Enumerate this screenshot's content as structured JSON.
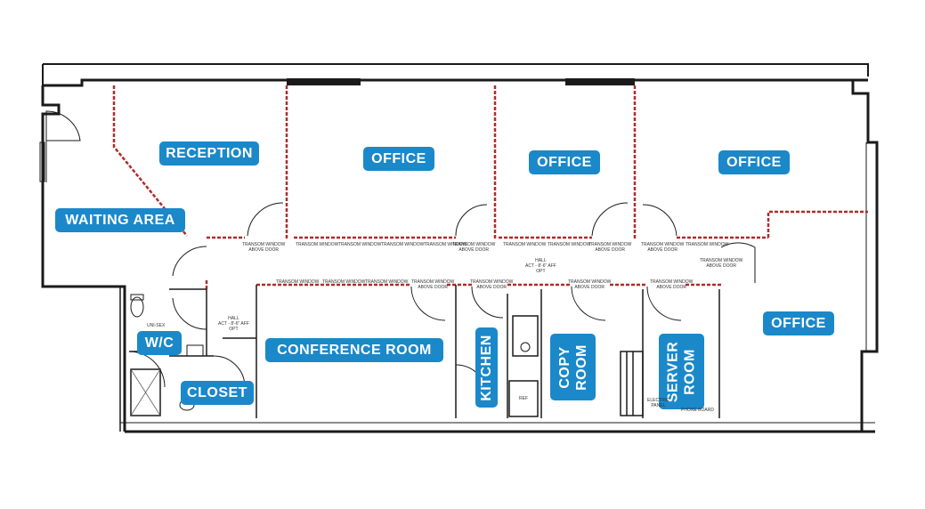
{
  "colors": {
    "label_bg": "#1b88c9",
    "label_text": "#ffffff",
    "wall": "#1a1a1a",
    "glass": "#b12b2b"
  },
  "rooms": {
    "reception": "RECEPTION",
    "waiting_area": "WAITING AREA",
    "office_1": "OFFICE",
    "office_2": "OFFICE",
    "office_3": "OFFICE",
    "office_4": "OFFICE",
    "conference_room": "CONFERENCE ROOM",
    "wc": "W/C",
    "closet": "CLOSET",
    "kitchen": "KITCHEN",
    "copy_room": [
      "COPY",
      "ROOM"
    ],
    "server_room": [
      "SERVER",
      "ROOM"
    ]
  },
  "annotations": {
    "transom": "TRANSOM WINDOW",
    "transom_door": [
      "TRANSOM WINDOW",
      "ABOVE DOOR"
    ],
    "hall": [
      "HALL",
      "ACT - 8'-6\" AFF",
      "OPT"
    ],
    "unisex": "UNI-SEX",
    "ref": "REF",
    "electric_panel": [
      "ELECTRIC",
      "PANEL"
    ],
    "phone_board": "PHONE BOARD"
  }
}
